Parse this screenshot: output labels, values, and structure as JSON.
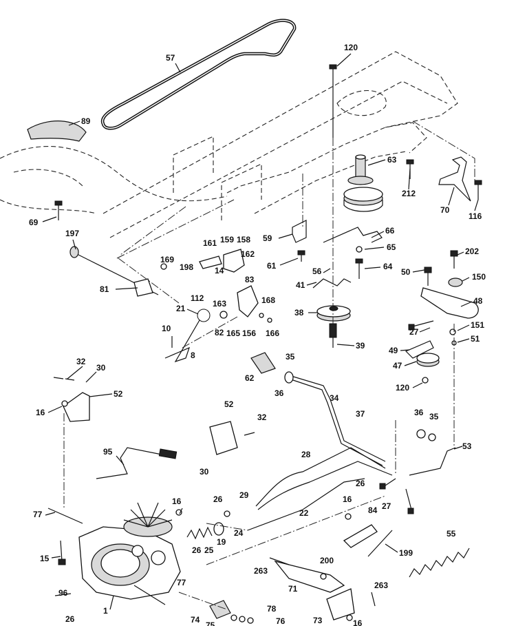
{
  "callouts": [
    "57",
    "120",
    "89",
    "63",
    "212",
    "70",
    "116",
    "69",
    "197",
    "59",
    "66",
    "65",
    "161",
    "159",
    "158",
    "162",
    "169",
    "198",
    "61",
    "64",
    "56",
    "202",
    "50",
    "150",
    "41",
    "14",
    "83",
    "81",
    "112",
    "168",
    "163",
    "48",
    "21",
    "38",
    "165",
    "156",
    "166",
    "27",
    "151",
    "51",
    "82",
    "10",
    "39",
    "49",
    "8",
    "47",
    "120",
    "32",
    "30",
    "35",
    "62",
    "36",
    "52",
    "34",
    "16",
    "37",
    "36",
    "35",
    "52",
    "32",
    "53",
    "30",
    "95",
    "28",
    "26",
    "29",
    "22",
    "27",
    "16",
    "77",
    "26",
    "84",
    "16",
    "24",
    "19",
    "25",
    "26",
    "55",
    "15",
    "199",
    "200",
    "263",
    "77",
    "71",
    "263",
    "96",
    "1",
    "74",
    "78",
    "75",
    "76",
    "26",
    "73",
    "16"
  ]
}
